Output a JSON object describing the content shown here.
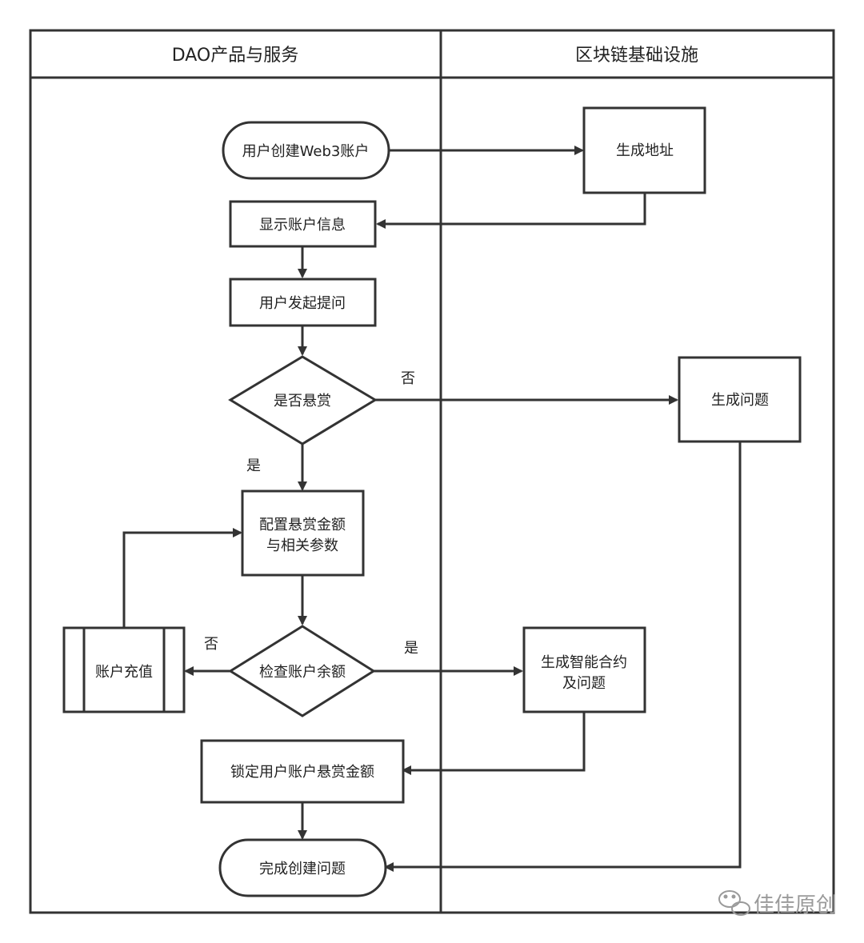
{
  "lanes": {
    "left_title": "DAO产品与服务",
    "right_title": "区块链基础设施"
  },
  "nodes": {
    "create_account": "用户创建Web3账户",
    "generate_address": "生成地址",
    "show_account_info": "显示账户信息",
    "user_ask_question": "用户发起提问",
    "is_bounty": "是否悬赏",
    "generate_question": "生成问题",
    "config_bounty_line1": "配置悬赏金额",
    "config_bounty_line2": "与相关参数",
    "check_balance": "检查账户余额",
    "recharge": "账户充值",
    "generate_contract_line1": "生成智能合约",
    "generate_contract_line2": "及问题",
    "lock_bounty": "锁定用户账户悬赏金额",
    "finish": "完成创建问题"
  },
  "edge_labels": {
    "bounty_no": "否",
    "bounty_yes": "是",
    "balance_no": "否",
    "balance_yes": "是"
  },
  "watermark": {
    "text": "佳佳原创",
    "icon": "wechat-icon"
  }
}
